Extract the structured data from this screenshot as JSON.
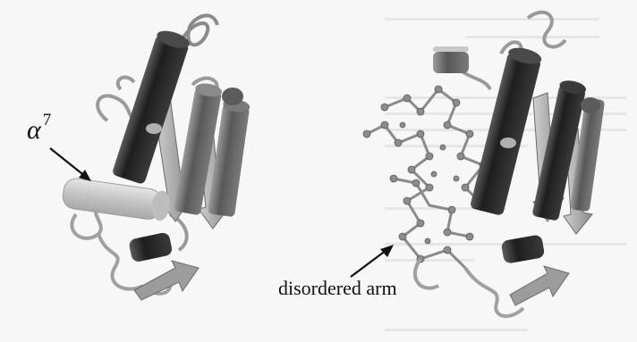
{
  "figure": {
    "labels": {
      "helix_label": "α",
      "helix_superscript": "7",
      "arm_label": "disordered arm"
    },
    "colors": {
      "background": "#f7f7f7",
      "dark_helix": "#2b2b2b",
      "mid_helix": "#6e6e6e",
      "light_helix": "#cfcfcf",
      "coil": "#9a9a9a",
      "atoms": "#8c8c8c",
      "arrow": "#111111"
    },
    "structures": [
      {
        "name": "left-protein-structure",
        "has_alpha7_helix": true
      },
      {
        "name": "right-protein-structure",
        "has_disordered_arm": true
      }
    ]
  }
}
